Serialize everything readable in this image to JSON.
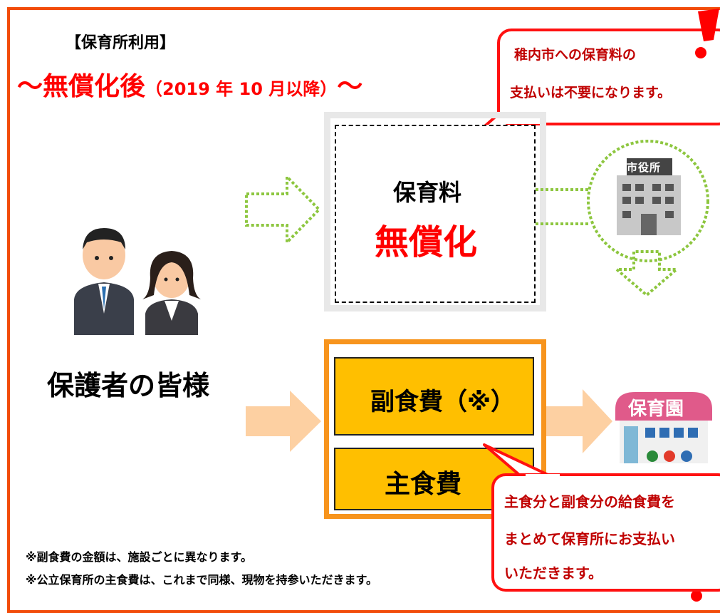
{
  "header": {
    "section_label": "【保育所利用】",
    "title_main": "〜無償化後",
    "title_period": "（2019 年 10 月以降）",
    "title_tail": "〜"
  },
  "fee_box": {
    "label": "保育料",
    "status": "無償化"
  },
  "top_callout": {
    "line1": "稚内市への保育料の",
    "line2": "支払いは不要になります。"
  },
  "city_hall": {
    "sign": "市役所"
  },
  "guardian": {
    "label": "保護者の皆様"
  },
  "meal_costs": {
    "side_dish": "副食費（※）",
    "staple": "主食費"
  },
  "nursery": {
    "sign": "保育園"
  },
  "bottom_callout": {
    "line1": "主食分と副食分の給食費を",
    "line2": "まとめて保育所にお支払い",
    "line3": "いただきます。"
  },
  "notes": {
    "note1": "※副食費の金額は、施設ごとに異なります。",
    "note2": "※公立保育所の主食費は、これまで同様、現物を持参いただきます。"
  },
  "colors": {
    "frame": "#f24c0a",
    "accent_red": "#ff0000",
    "callout_text": "#c00000",
    "meal_box": "#ffbf00",
    "orange_frame": "#f7941d",
    "green_dotted": "#8dc63f",
    "peach_arrow": "#fdd0a2"
  },
  "icons": [
    "exclamation-icon",
    "dotted-arrow-right-icon",
    "dotted-arrow-down-icon",
    "city-hall-icon",
    "parents-icon",
    "nursery-icon",
    "arrow-right-icon"
  ]
}
